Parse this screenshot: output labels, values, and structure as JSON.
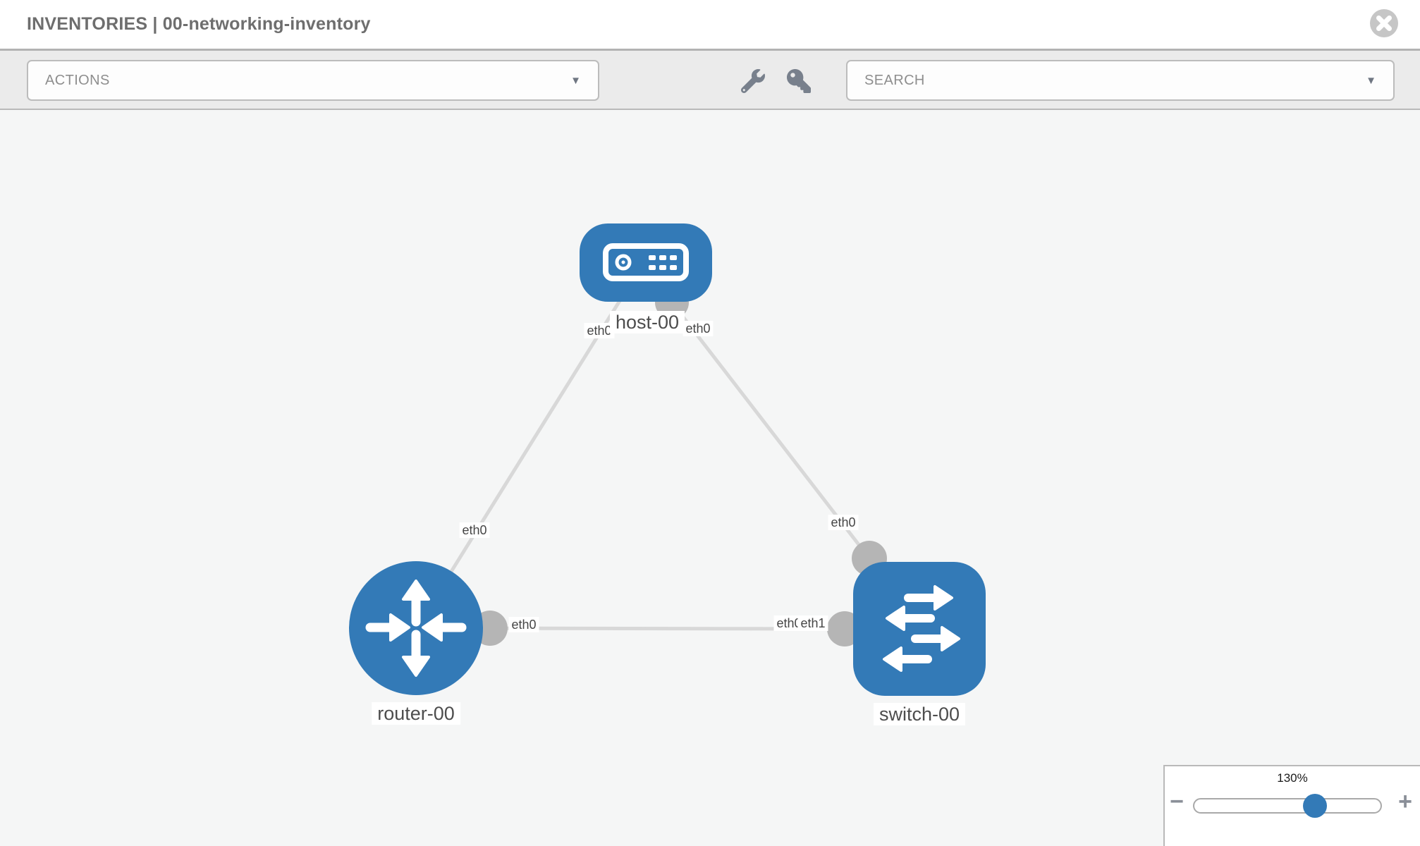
{
  "header": {
    "title": "INVENTORIES | 00-networking-inventory"
  },
  "toolbar": {
    "actions_label": "ACTIONS",
    "search_label": "SEARCH",
    "caret": "▼"
  },
  "topology": {
    "nodes": [
      {
        "label": "host-00",
        "type": "host"
      },
      {
        "label": "router-00",
        "type": "router"
      },
      {
        "label": "switch-00",
        "type": "switch"
      }
    ],
    "links": [
      {
        "from": "router-00",
        "from_interface": "eth0",
        "to": "host-00",
        "to_interface": "eth0"
      },
      {
        "from": "host-00",
        "from_interface": "eth0",
        "to": "switch-00",
        "to_interface": "eth0"
      },
      {
        "from": "router-00",
        "from_interface": "eth0",
        "to": "switch-00",
        "to_interface": "eth1"
      }
    ],
    "port_labels": {
      "host_side_left": "eth0",
      "host_side_right": "eth0",
      "router_side_top": "eth0",
      "router_side_right": "eth0",
      "switch_side_top": "eth0",
      "switch_side_left_back": "eth0",
      "switch_side_left_front": "eth1"
    }
  },
  "zoom_control": {
    "value": "130%",
    "minus_label": "−",
    "plus_label": "+"
  },
  "colors": {
    "node_blue": "#337ab7",
    "edge_gray": "#d8d8d8",
    "port_gray": "#b5b5b5",
    "icon_slate": "#78808c",
    "title_gray": "#6e6e6e"
  }
}
